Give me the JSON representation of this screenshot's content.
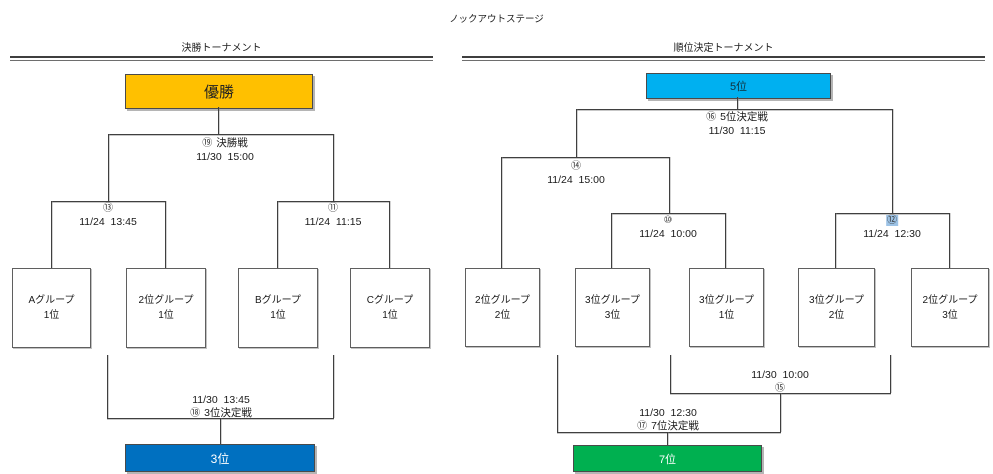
{
  "page": {
    "title": "ノックアウトステージ"
  },
  "colors": {
    "champion_gold": "#FFC000",
    "third_place_blue": "#0070C0",
    "fifth_place_cyan": "#00B0F0",
    "seventh_place_green": "#00B050",
    "selected_match_highlight": "#9DC3E6",
    "line": "#3F3F3F"
  },
  "final_bracket": {
    "header": "決勝トーナメント",
    "champion": "優勝",
    "final_match": {
      "no": "⑲",
      "name": "決勝戦",
      "datetime": "11/30  15:00"
    },
    "semifinal_left": {
      "no": "⑬",
      "datetime": "11/24  13:45"
    },
    "semifinal_right": {
      "no": "⑪",
      "datetime": "11/24  11:15"
    },
    "third_place_match": {
      "no": "⑱",
      "name": "3位決定戦",
      "datetime": "11/30  13:45"
    },
    "third_place": "3位",
    "teams": [
      {
        "group": "Aグループ",
        "rank": "1位"
      },
      {
        "group": "2位グループ",
        "rank": "1位"
      },
      {
        "group": "Bグループ",
        "rank": "1位"
      },
      {
        "group": "Cグループ",
        "rank": "1位"
      }
    ]
  },
  "placement_bracket": {
    "header": "順位決定トーナメント",
    "fifth_place": "5位",
    "fifth_place_match": {
      "no": "⑯",
      "name": "5位決定戦",
      "datetime": "11/30  11:15"
    },
    "match_14": {
      "no": "⑭",
      "datetime": "11/24  15:00"
    },
    "match_10": {
      "no": "⑩",
      "datetime": "11/24  10:00"
    },
    "match_12": {
      "no": "⑫",
      "datetime": "11/24  12:30"
    },
    "match_15": {
      "no": "⑮",
      "datetime": "11/30  10:00"
    },
    "seventh_place_match": {
      "no": "⑰",
      "name": "7位決定戦",
      "datetime": "11/30  12:30"
    },
    "seventh_place": "7位",
    "teams": [
      {
        "group": "2位グループ",
        "rank": "2位"
      },
      {
        "group": "3位グループ",
        "rank": "3位"
      },
      {
        "group": "3位グループ",
        "rank": "1位"
      },
      {
        "group": "3位グループ",
        "rank": "2位"
      },
      {
        "group": "2位グループ",
        "rank": "3位"
      }
    ]
  }
}
